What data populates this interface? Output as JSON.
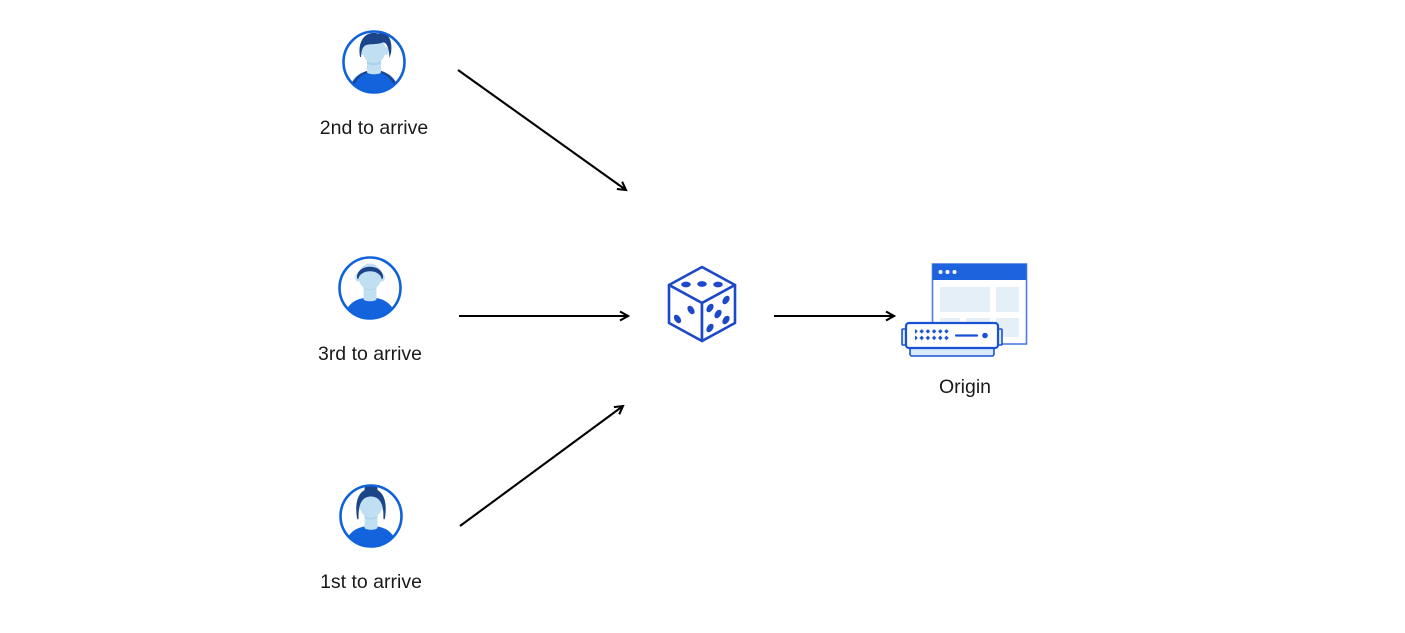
{
  "diagram": {
    "nodes": {
      "second_user": {
        "label": "2nd to arrive",
        "icon": "user-avatar-male-swoop-icon"
      },
      "third_user": {
        "label": "3rd to arrive",
        "icon": "user-avatar-male-short-icon"
      },
      "first_user": {
        "label": "1st to arrive",
        "icon": "user-avatar-female-bun-icon"
      },
      "randomizer": {
        "label": "",
        "icon": "dice-icon"
      },
      "origin": {
        "label": "Origin",
        "icon": "origin-server-browser-icon"
      }
    },
    "edges": [
      {
        "from": "second_user",
        "to": "randomizer"
      },
      {
        "from": "third_user",
        "to": "randomizer"
      },
      {
        "from": "first_user",
        "to": "randomizer"
      },
      {
        "from": "randomizer",
        "to": "origin"
      }
    ],
    "colors": {
      "avatar_ring": "#0f62da",
      "hair_navy": "#1b4489",
      "skin_blue": "#c1dff2",
      "shirt_blue": "#1263dc",
      "dice_blue": "#1d49c9",
      "titlebar_blue": "#1e63de",
      "window_border_blue": "#4a7fe0",
      "panel_light_blue": "#e4eff8",
      "server_blue": "#1b51d3",
      "server_light_blue": "#d9eaf8",
      "text_color": "#1a1a1a",
      "arrow_color": "#000000",
      "background": "#ffffff"
    }
  }
}
